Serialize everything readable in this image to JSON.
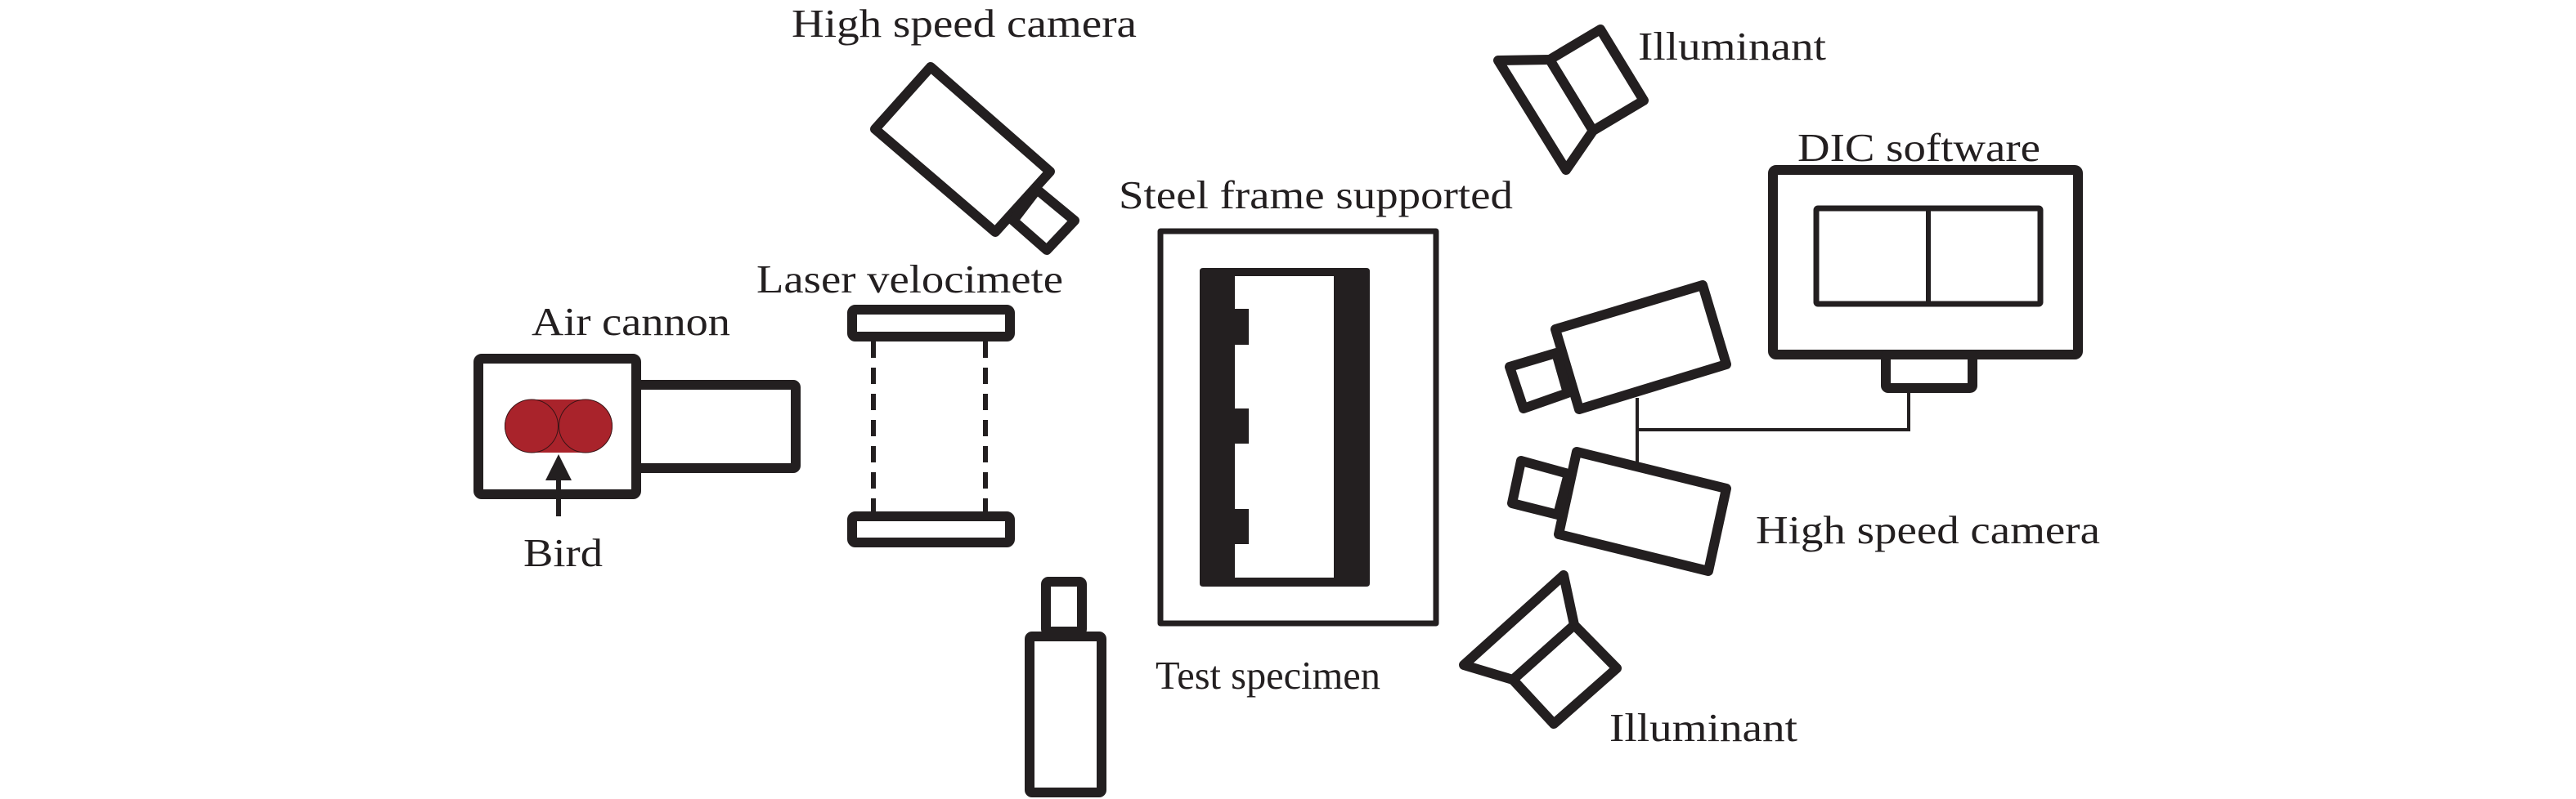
{
  "diagram": {
    "title": "Bird strike test setup with DIC measurement",
    "colors": {
      "line": "#231f20",
      "bird": "#a9232b",
      "background": "#ffffff"
    },
    "labels": {
      "high_speed_camera_top": "High speed camera",
      "illuminant_top": "Illuminant",
      "dic_software": "DIC software",
      "steel_frame": "Steel frame supported",
      "laser_velocimeter": "Laser velocimete",
      "air_cannon": "Air cannon",
      "bird": "Bird",
      "high_speed_camera_right": "High speed camera",
      "test_specimen": "Test specimen",
      "illuminant_bottom": "Illuminant"
    },
    "components": [
      {
        "id": "air-cannon",
        "label": "Air cannon",
        "icon": "cannon-icon"
      },
      {
        "id": "bird",
        "label": "Bird",
        "icon": "bird-projectile-icon"
      },
      {
        "id": "laser-velocimeter",
        "label": "Laser velocimete",
        "icon": "laser-gate-icon"
      },
      {
        "id": "high-speed-camera-top",
        "label": "High speed camera",
        "icon": "camera-icon"
      },
      {
        "id": "steel-frame",
        "label": "Steel frame supported",
        "icon": "frame-icon"
      },
      {
        "id": "test-specimen",
        "label": "Test specimen",
        "icon": "specimen-icon"
      },
      {
        "id": "bottom-camera",
        "label": "",
        "icon": "camera-icon"
      },
      {
        "id": "illuminant-top",
        "label": "Illuminant",
        "icon": "lamp-icon"
      },
      {
        "id": "illuminant-bottom",
        "label": "Illuminant",
        "icon": "lamp-icon"
      },
      {
        "id": "dic-cameras",
        "label": "High speed camera",
        "icon": "stereo-camera-icon"
      },
      {
        "id": "dic-software",
        "label": "DIC software",
        "icon": "monitor-icon"
      }
    ],
    "connections": [
      {
        "from": "dic-cameras",
        "to": "dic-software",
        "type": "cable"
      }
    ]
  }
}
